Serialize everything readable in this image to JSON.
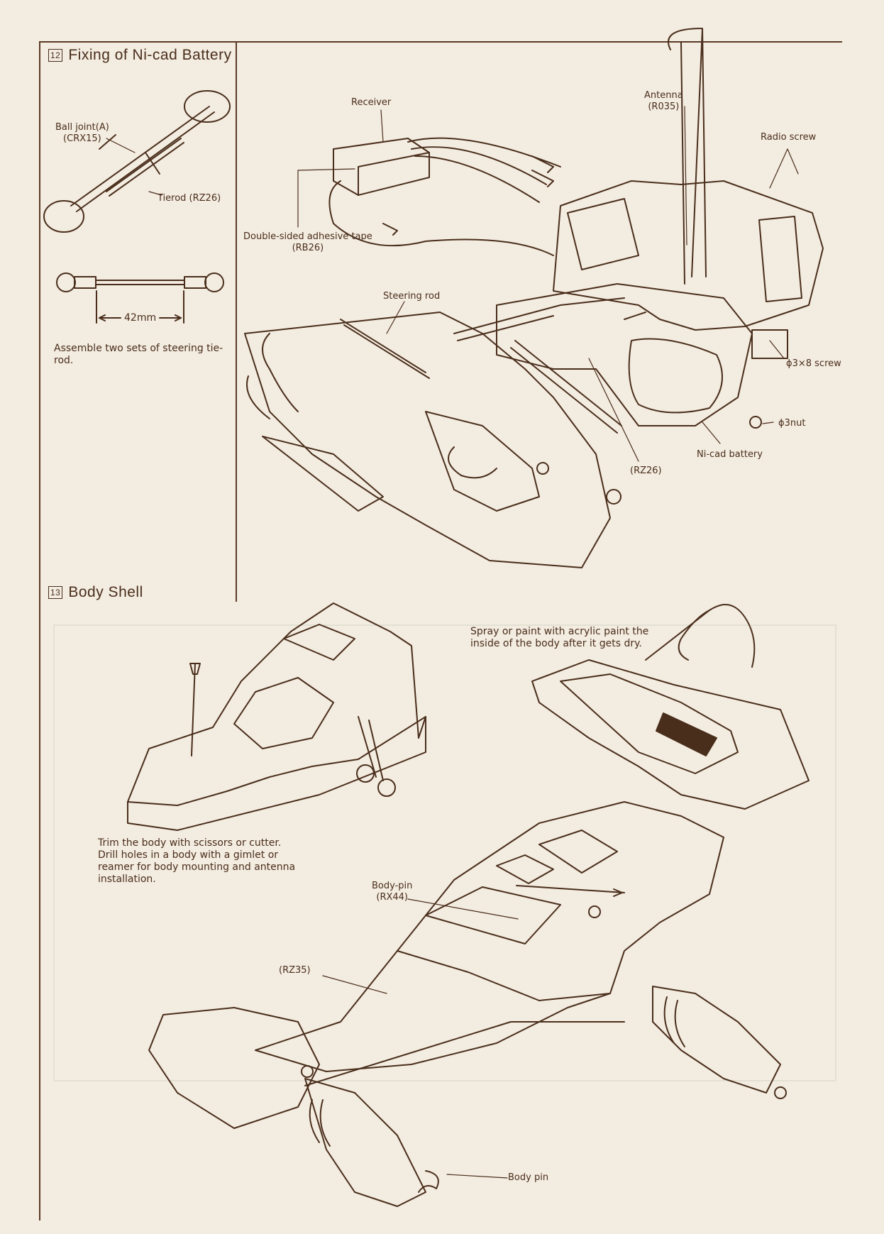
{
  "section12": {
    "number": "12",
    "title": "Fixing of Ni-cad Battery",
    "labels": {
      "ball_joint": "Ball joint(A)",
      "ball_joint_part": "(CRX15)",
      "tierod": "Tierod (RZ26)",
      "dimension": "42mm",
      "receiver": "Receiver",
      "antenna": "Antenna",
      "antenna_part": "(R035)",
      "radio_screw": "Radio screw",
      "tape": "Double-sided adhesive tape",
      "tape_part": "(RB26)",
      "steering_rod": "Steering rod",
      "screw": "ϕ3×8 screw",
      "nut": "ϕ3nut",
      "battery": "Ni-cad battery",
      "rz26": "(RZ26)"
    },
    "note": "Assemble two sets of steering tie-rod."
  },
  "section13": {
    "number": "13",
    "title": "Body Shell",
    "spray_note_1": "Spray or paint with acrylic paint the",
    "spray_note_2": "inside of the body after it gets dry.",
    "trim_note_1": "Trim the body with scissors or cutter.",
    "trim_note_2": "Drill holes in a body with a gimlet or",
    "trim_note_3": "reamer for body mounting and antenna",
    "trim_note_4": "installation.",
    "labels": {
      "body_pin_top": "Body-pin",
      "body_pin_top_part": "(RX44)",
      "rz35": "(RZ35)",
      "body_pin": "Body pin"
    }
  },
  "colors": {
    "paper": "#f3ece0",
    "ink": "#4a2e1c"
  }
}
